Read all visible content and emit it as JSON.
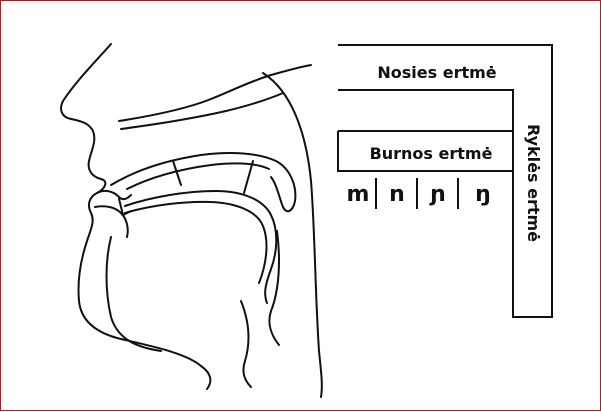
{
  "labels": {
    "nasal_cavity": "Nosies ertmė",
    "oral_cavity": "Burnos ertmė",
    "pharyngeal_cavity": "Ryklės ertmė"
  },
  "phonemes": [
    "m",
    "n",
    "ɲ",
    "ŋ"
  ],
  "colors": {
    "frame_border": "#8b2b2b",
    "stroke": "#111111"
  }
}
